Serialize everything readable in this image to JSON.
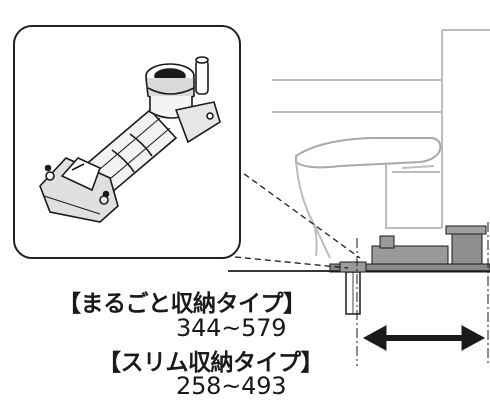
{
  "labels": {
    "type_whole": "【まるごと収納タイプ】",
    "range_whole": "344~579",
    "type_slim": "【スリム収納タイプ】",
    "range_slim": "258~493"
  },
  "icons": {
    "pipe": "drain-adapter-pipe-icon",
    "toilet": "toilet-fixture-icon",
    "arrow": "double-headed-arrow-icon"
  },
  "colors": {
    "line": "#1a1a1a",
    "inset_border": "#222222",
    "floor_gray": "#8a8a8a",
    "outline_gray": "#bdbdbd"
  }
}
